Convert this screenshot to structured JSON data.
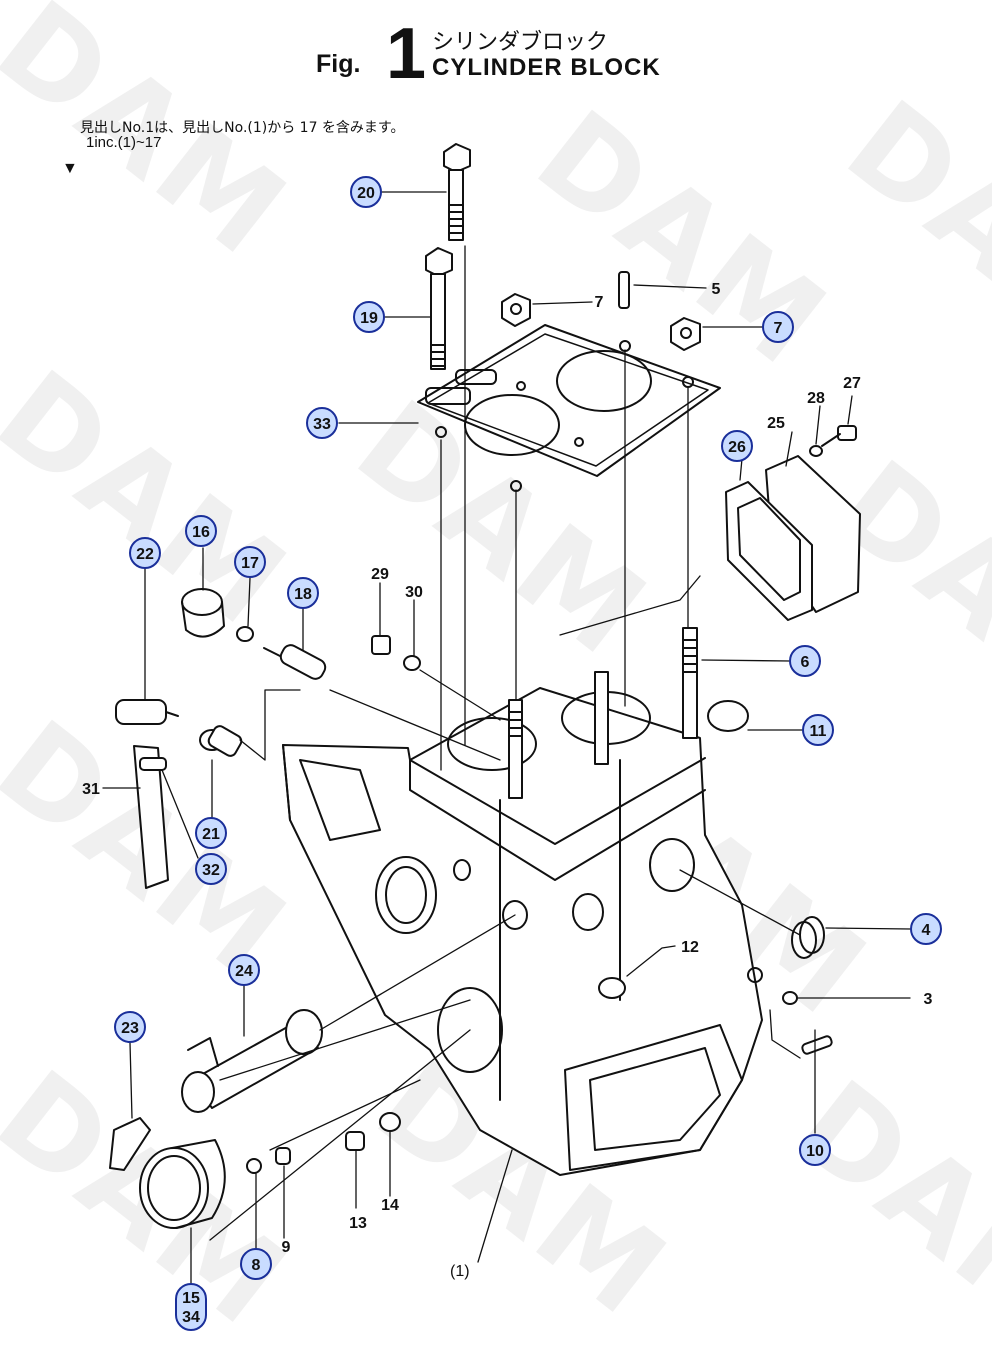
{
  "header": {
    "fig_word": "Fig.",
    "fig_number": "1",
    "title_jp": "シリンダブロック",
    "title_en": "CYLINDER BLOCK"
  },
  "note": {
    "jp": "見出しNo.1は、見出しNo.(1)から 17 を含みます。",
    "en": "1inc.(1)~17",
    "marker": "▼"
  },
  "watermark": "DAM",
  "colors": {
    "callout_fill": "#c9dcff",
    "callout_stroke": "#1a2f9a",
    "line": "#111111"
  },
  "callouts": [
    {
      "id": "c20",
      "label": "20",
      "circled": true
    },
    {
      "id": "c19",
      "label": "19",
      "circled": true
    },
    {
      "id": "c33",
      "label": "33",
      "circled": true
    },
    {
      "id": "c7a",
      "label": "7",
      "circled": false
    },
    {
      "id": "c5",
      "label": "5",
      "circled": false
    },
    {
      "id": "c7b",
      "label": "7",
      "circled": true
    },
    {
      "id": "c27",
      "label": "27",
      "circled": false
    },
    {
      "id": "c28",
      "label": "28",
      "circled": false
    },
    {
      "id": "c25",
      "label": "25",
      "circled": false
    },
    {
      "id": "c26",
      "label": "26",
      "circled": true
    },
    {
      "id": "c16",
      "label": "16",
      "circled": true
    },
    {
      "id": "c17",
      "label": "17",
      "circled": true
    },
    {
      "id": "c22",
      "label": "22",
      "circled": true
    },
    {
      "id": "c18",
      "label": "18",
      "circled": true
    },
    {
      "id": "c29",
      "label": "29",
      "circled": false
    },
    {
      "id": "c30",
      "label": "30",
      "circled": false
    },
    {
      "id": "c6",
      "label": "6",
      "circled": true
    },
    {
      "id": "c11",
      "label": "11",
      "circled": true
    },
    {
      "id": "c31",
      "label": "31",
      "circled": false
    },
    {
      "id": "c21",
      "label": "21",
      "circled": true
    },
    {
      "id": "c32",
      "label": "32",
      "circled": true
    },
    {
      "id": "c4",
      "label": "4",
      "circled": true
    },
    {
      "id": "c12",
      "label": "12",
      "circled": false
    },
    {
      "id": "c3",
      "label": "3",
      "circled": false
    },
    {
      "id": "c24",
      "label": "24",
      "circled": true
    },
    {
      "id": "c23",
      "label": "23",
      "circled": true
    },
    {
      "id": "c10",
      "label": "10",
      "circled": true
    },
    {
      "id": "c8",
      "label": "8",
      "circled": true
    },
    {
      "id": "c9",
      "label": "9",
      "circled": false
    },
    {
      "id": "c13",
      "label": "13",
      "circled": false
    },
    {
      "id": "c14",
      "label": "14",
      "circled": false
    },
    {
      "id": "c15",
      "label": "15",
      "circled": true
    },
    {
      "id": "c34",
      "label": "34",
      "circled": true
    }
  ],
  "block_label": "(1)"
}
